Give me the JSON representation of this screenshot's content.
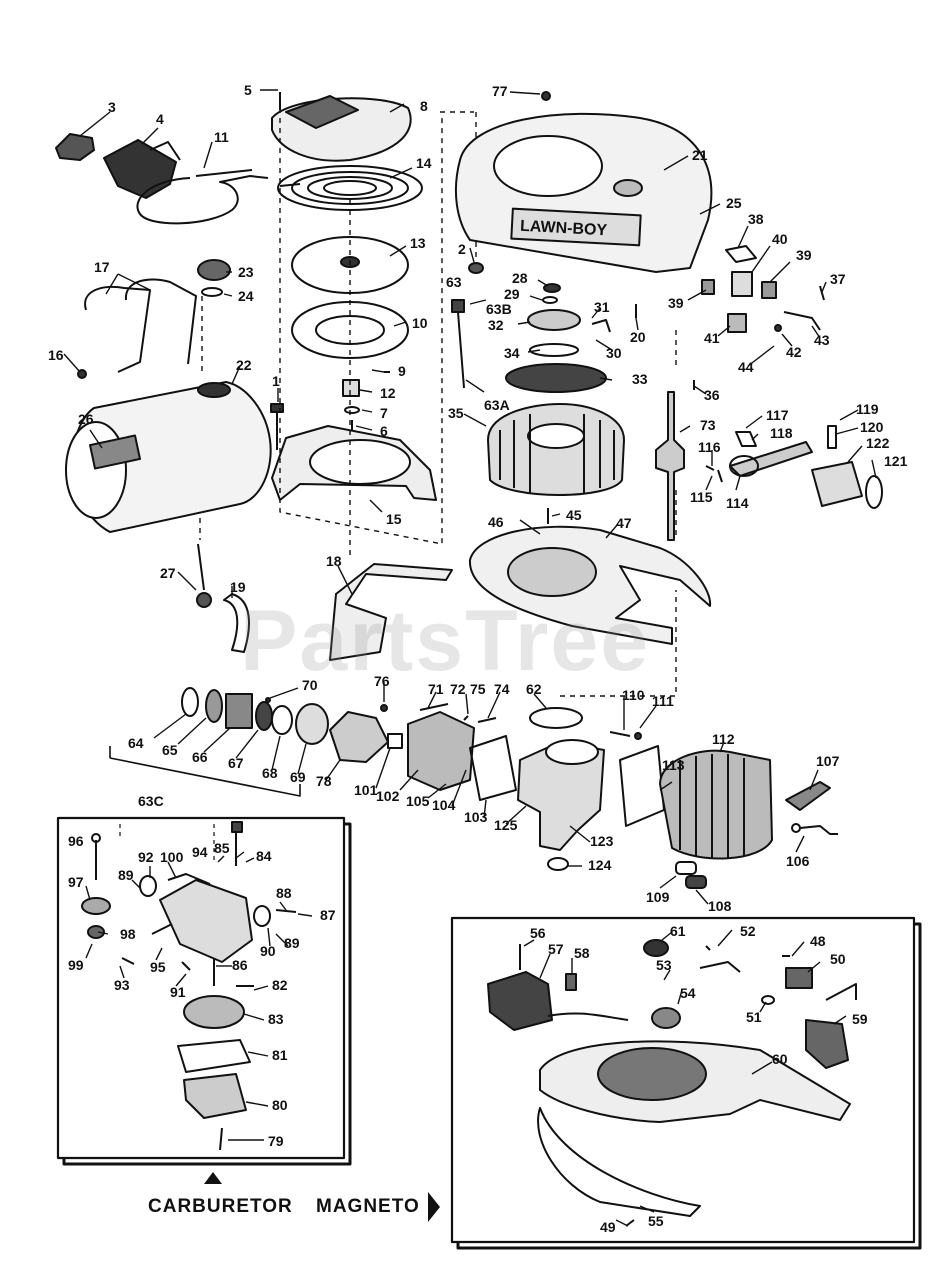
{
  "diagram": {
    "brand_plate": "LAWN-BOY",
    "watermark": "PartsTree",
    "section_labels": {
      "carburetor": "CARBURETOR",
      "magneto": "MAGNETO"
    },
    "callouts": [
      {
        "id": "c-5",
        "text": "5"
      },
      {
        "id": "c-8",
        "text": "8"
      },
      {
        "id": "c-77",
        "text": "77"
      },
      {
        "id": "c-3",
        "text": "3"
      },
      {
        "id": "c-4",
        "text": "4"
      },
      {
        "id": "c-11",
        "text": "11"
      },
      {
        "id": "c-14",
        "text": "14"
      },
      {
        "id": "c-21",
        "text": "21"
      },
      {
        "id": "c-25",
        "text": "25"
      },
      {
        "id": "c-13",
        "text": "13"
      },
      {
        "id": "c-38",
        "text": "38"
      },
      {
        "id": "c-40",
        "text": "40"
      },
      {
        "id": "c-2",
        "text": "2"
      },
      {
        "id": "c-17",
        "text": "17"
      },
      {
        "id": "c-23",
        "text": "23"
      },
      {
        "id": "c-24",
        "text": "24"
      },
      {
        "id": "c-39a",
        "text": "39"
      },
      {
        "id": "c-39b",
        "text": "39"
      },
      {
        "id": "c-37",
        "text": "37"
      },
      {
        "id": "c-63",
        "text": "63"
      },
      {
        "id": "c-28",
        "text": "28"
      },
      {
        "id": "c-29",
        "text": "29"
      },
      {
        "id": "c-10",
        "text": "10"
      },
      {
        "id": "c-63B",
        "text": "63B"
      },
      {
        "id": "c-31",
        "text": "31"
      },
      {
        "id": "c-20",
        "text": "20"
      },
      {
        "id": "c-32",
        "text": "32"
      },
      {
        "id": "c-41",
        "text": "41"
      },
      {
        "id": "c-42",
        "text": "42"
      },
      {
        "id": "c-43",
        "text": "43"
      },
      {
        "id": "c-16",
        "text": "16"
      },
      {
        "id": "c-22",
        "text": "22"
      },
      {
        "id": "c-30",
        "text": "30"
      },
      {
        "id": "c-9",
        "text": "9"
      },
      {
        "id": "c-34",
        "text": "34"
      },
      {
        "id": "c-44",
        "text": "44"
      },
      {
        "id": "c-33",
        "text": "33"
      },
      {
        "id": "c-1",
        "text": "1"
      },
      {
        "id": "c-12",
        "text": "12"
      },
      {
        "id": "c-36",
        "text": "36"
      },
      {
        "id": "c-26",
        "text": "26"
      },
      {
        "id": "c-7",
        "text": "7"
      },
      {
        "id": "c-63A",
        "text": "63A"
      },
      {
        "id": "c-35",
        "text": "35"
      },
      {
        "id": "c-6",
        "text": "6"
      },
      {
        "id": "c-73",
        "text": "73"
      },
      {
        "id": "c-117",
        "text": "117"
      },
      {
        "id": "c-119",
        "text": "119"
      },
      {
        "id": "c-120",
        "text": "120"
      },
      {
        "id": "c-118",
        "text": "118"
      },
      {
        "id": "c-116",
        "text": "116"
      },
      {
        "id": "c-122",
        "text": "122"
      },
      {
        "id": "c-121",
        "text": "121"
      },
      {
        "id": "c-115",
        "text": "115"
      },
      {
        "id": "c-114",
        "text": "114"
      },
      {
        "id": "c-15",
        "text": "15"
      },
      {
        "id": "c-45",
        "text": "45"
      },
      {
        "id": "c-46",
        "text": "46"
      },
      {
        "id": "c-47",
        "text": "47"
      },
      {
        "id": "c-18",
        "text": "18"
      },
      {
        "id": "c-27",
        "text": "27"
      },
      {
        "id": "c-19",
        "text": "19"
      },
      {
        "id": "c-70",
        "text": "70"
      },
      {
        "id": "c-76",
        "text": "76"
      },
      {
        "id": "c-71",
        "text": "71"
      },
      {
        "id": "c-72",
        "text": "72"
      },
      {
        "id": "c-75",
        "text": "75"
      },
      {
        "id": "c-74",
        "text": "74"
      },
      {
        "id": "c-62",
        "text": "62"
      },
      {
        "id": "c-110",
        "text": "110"
      },
      {
        "id": "c-111",
        "text": "111"
      },
      {
        "id": "c-112",
        "text": "112"
      },
      {
        "id": "c-64",
        "text": "64"
      },
      {
        "id": "c-65",
        "text": "65"
      },
      {
        "id": "c-66",
        "text": "66"
      },
      {
        "id": "c-67",
        "text": "67"
      },
      {
        "id": "c-68",
        "text": "68"
      },
      {
        "id": "c-69",
        "text": "69"
      },
      {
        "id": "c-78",
        "text": "78"
      },
      {
        "id": "c-101",
        "text": "101"
      },
      {
        "id": "c-102",
        "text": "102"
      },
      {
        "id": "c-105",
        "text": "105"
      },
      {
        "id": "c-104",
        "text": "104"
      },
      {
        "id": "c-103",
        "text": "103"
      },
      {
        "id": "c-125",
        "text": "125"
      },
      {
        "id": "c-113",
        "text": "113"
      },
      {
        "id": "c-107",
        "text": "107"
      },
      {
        "id": "c-63C",
        "text": "63C"
      },
      {
        "id": "c-123",
        "text": "123"
      },
      {
        "id": "c-106",
        "text": "106"
      },
      {
        "id": "c-124",
        "text": "124"
      },
      {
        "id": "c-96",
        "text": "96"
      },
      {
        "id": "c-85",
        "text": "85"
      },
      {
        "id": "c-94",
        "text": "94"
      },
      {
        "id": "c-84",
        "text": "84"
      },
      {
        "id": "c-92",
        "text": "92"
      },
      {
        "id": "c-100",
        "text": "100"
      },
      {
        "id": "c-89a",
        "text": "89"
      },
      {
        "id": "c-97",
        "text": "97"
      },
      {
        "id": "c-88",
        "text": "88"
      },
      {
        "id": "c-87",
        "text": "87"
      },
      {
        "id": "c-98",
        "text": "98"
      },
      {
        "id": "c-90",
        "text": "90"
      },
      {
        "id": "c-89b",
        "text": "89"
      },
      {
        "id": "c-99",
        "text": "99"
      },
      {
        "id": "c-95",
        "text": "95"
      },
      {
        "id": "c-86",
        "text": "86"
      },
      {
        "id": "c-93",
        "text": "93"
      },
      {
        "id": "c-91",
        "text": "91"
      },
      {
        "id": "c-82",
        "text": "82"
      },
      {
        "id": "c-83",
        "text": "83"
      },
      {
        "id": "c-81",
        "text": "81"
      },
      {
        "id": "c-80",
        "text": "80"
      },
      {
        "id": "c-79",
        "text": "79"
      },
      {
        "id": "c-109",
        "text": "109"
      },
      {
        "id": "c-108",
        "text": "108"
      },
      {
        "id": "c-56",
        "text": "56"
      },
      {
        "id": "c-57",
        "text": "57"
      },
      {
        "id": "c-61",
        "text": "61"
      },
      {
        "id": "c-52",
        "text": "52"
      },
      {
        "id": "c-48",
        "text": "48"
      },
      {
        "id": "c-58",
        "text": "58"
      },
      {
        "id": "c-53",
        "text": "53"
      },
      {
        "id": "c-50",
        "text": "50"
      },
      {
        "id": "c-54",
        "text": "54"
      },
      {
        "id": "c-51",
        "text": "51"
      },
      {
        "id": "c-59",
        "text": "59"
      },
      {
        "id": "c-60",
        "text": "60"
      },
      {
        "id": "c-49",
        "text": "49"
      },
      {
        "id": "c-55",
        "text": "55"
      }
    ]
  }
}
